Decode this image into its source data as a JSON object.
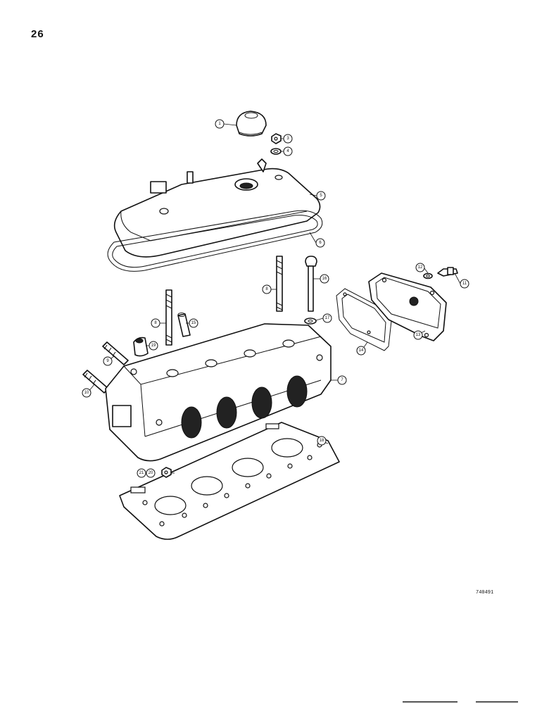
{
  "page": {
    "number": "26",
    "figure_code": "740491"
  },
  "callouts": [
    {
      "id": "c1",
      "label": "1"
    },
    {
      "id": "c3",
      "label": "3"
    },
    {
      "id": "c4",
      "label": "4"
    },
    {
      "id": "c5",
      "label": "5"
    },
    {
      "id": "c6",
      "label": "6"
    },
    {
      "id": "c8a",
      "label": "8"
    },
    {
      "id": "c16",
      "label": "16"
    },
    {
      "id": "c12",
      "label": "12"
    },
    {
      "id": "c11",
      "label": "11"
    },
    {
      "id": "c17",
      "label": "17"
    },
    {
      "id": "c8b",
      "label": "8"
    },
    {
      "id": "c15",
      "label": "15"
    },
    {
      "id": "c19",
      "label": "19"
    },
    {
      "id": "c9",
      "label": "9"
    },
    {
      "id": "c10",
      "label": "10"
    },
    {
      "id": "c7",
      "label": "7"
    },
    {
      "id": "c14",
      "label": "14"
    },
    {
      "id": "c13",
      "label": "13"
    },
    {
      "id": "c18",
      "label": "18"
    },
    {
      "id": "c21",
      "label": "21"
    },
    {
      "id": "c20",
      "label": "20"
    }
  ]
}
